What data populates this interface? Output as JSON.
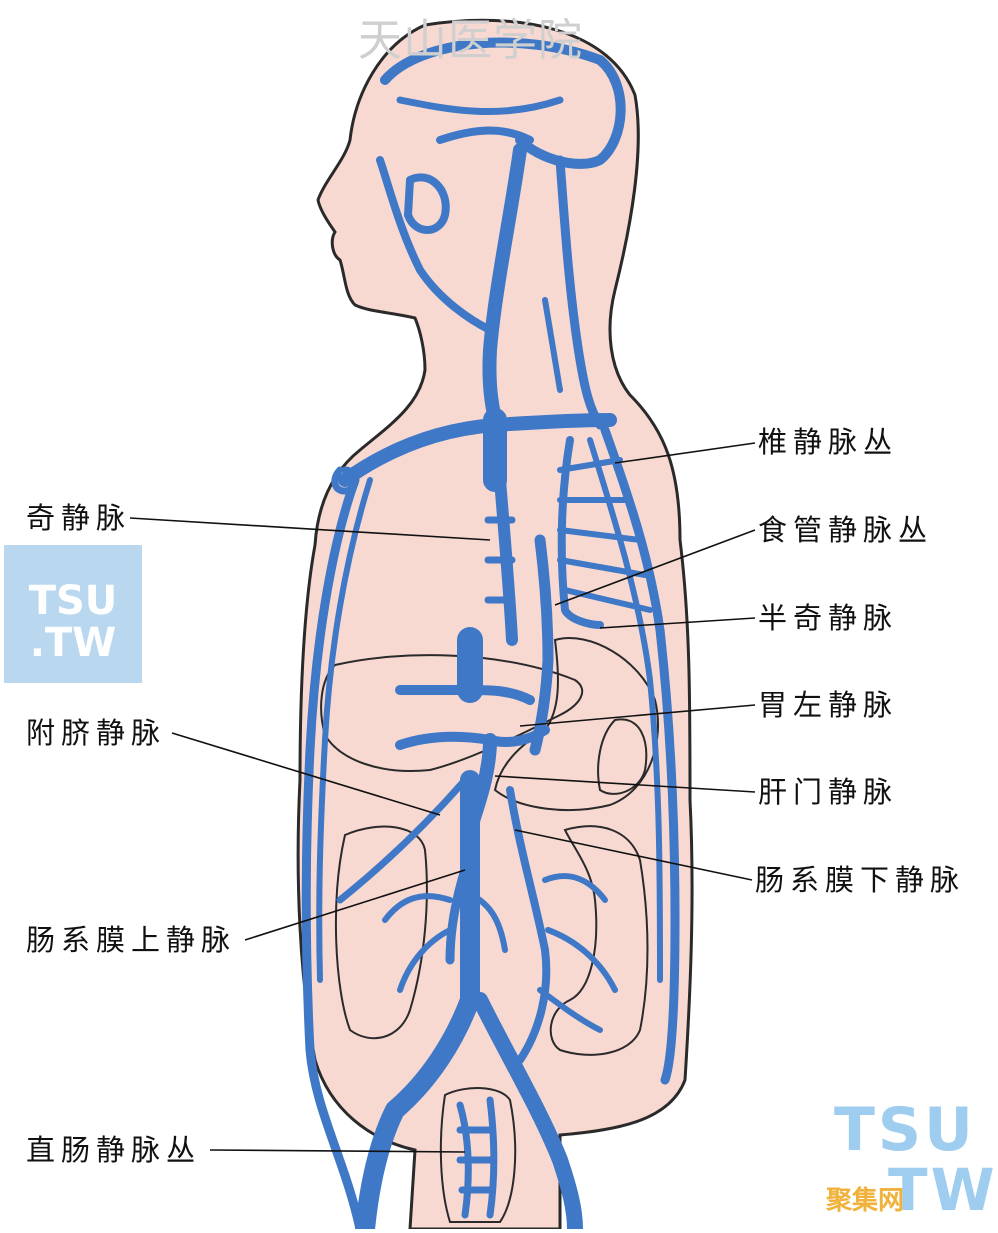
{
  "watermark": {
    "title": "天山医学院"
  },
  "logos": {
    "left": {
      "line1": "TSU",
      "line2": ".TW"
    },
    "right": {
      "line1": "TSU",
      "line2": "TW",
      "line3": "聚集网"
    }
  },
  "colors": {
    "vein": "#3f78c6",
    "vein_outline": "#1d2a44",
    "skin": "#f7d9d2",
    "outline": "#2a2a2a",
    "leader_line": "#111111"
  },
  "labels": {
    "vertebral_plexus": "椎静脉丛",
    "esophageal_plexus": "食管静脉丛",
    "hemiazygos": "半奇静脉",
    "left_gastric": "胃左静脉",
    "portal": "肝门静脉",
    "inferior_mesenteric": "肠系膜下静脉",
    "azygos": "奇静脉",
    "paraumbilical": "附脐静脉",
    "superior_mesenteric": "肠系膜上静脉",
    "rectal_plexus": "直肠静脉丛"
  }
}
